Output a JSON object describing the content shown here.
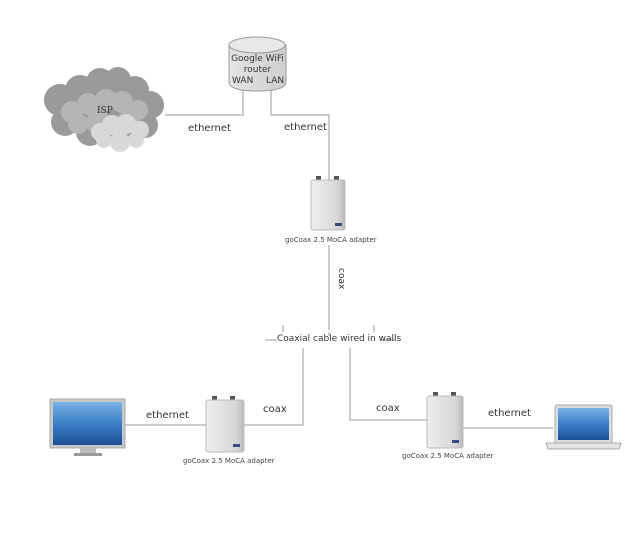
{
  "diagram": {
    "nodes": {
      "isp": {
        "label": "ISP",
        "icon": "cloud-icon"
      },
      "router": {
        "title": "Google WiFi router",
        "title_line1": "Google WiFi",
        "title_line2": "router",
        "port_wan": "WAN",
        "port_lan": "LAN",
        "icon": "database-cylinder-icon"
      },
      "adapter_top": {
        "label": "goCoax 2.5 MoCA adapter",
        "icon": "moca-adapter-icon"
      },
      "adapter_left": {
        "label": "goCoax 2.5 MoCA adapter",
        "icon": "moca-adapter-icon"
      },
      "adapter_right": {
        "label": "goCoax 2.5 MoCA adapter",
        "icon": "moca-adapter-icon"
      },
      "desktop": {
        "icon": "monitor-icon"
      },
      "laptop": {
        "icon": "laptop-icon"
      },
      "coax_bus": {
        "label": "Coaxial cable wired in walls"
      }
    },
    "edges": {
      "isp_router": {
        "label": "ethernet"
      },
      "router_adapter": {
        "label": "ethernet"
      },
      "adapter_bus": {
        "label": "coax"
      },
      "bus_left": {
        "label": "coax"
      },
      "bus_right": {
        "label": "coax"
      },
      "desktop_adapter": {
        "label": "ethernet"
      },
      "adapter_laptop": {
        "label": "ethernet"
      }
    }
  }
}
